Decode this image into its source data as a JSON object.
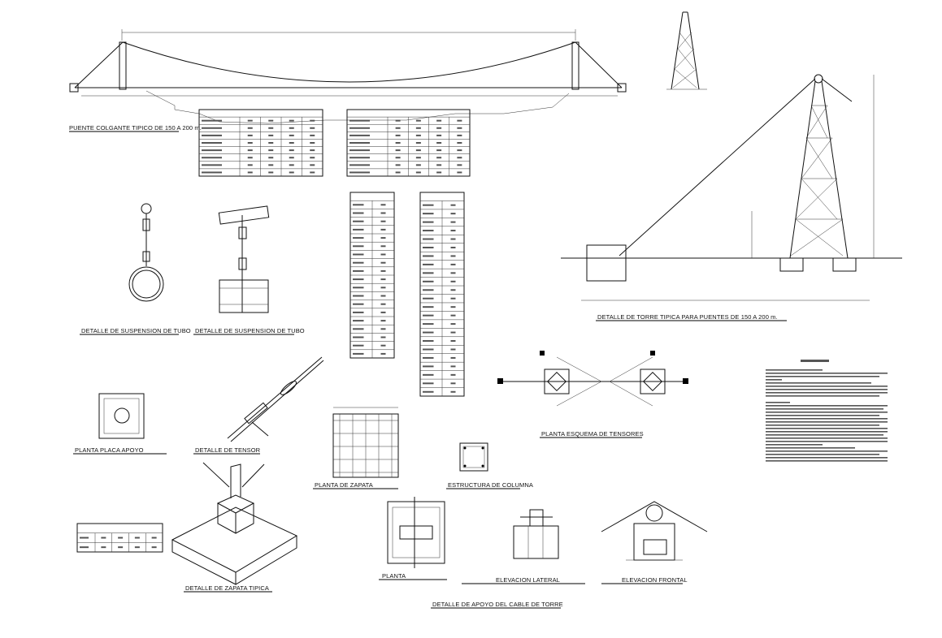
{
  "titles": {
    "bridge": "PUENTE COLGANTE TIPICO DE 150 A 200 m.",
    "tube1": "DETALLE DE SUSPENSION DE TUBO",
    "tube2": "DETALLE DE SUSPENSION DE TUBO",
    "plate": "PLANTA PLACA APOYO",
    "tensor": "DETALLE DE TENSOR",
    "zapata_plan": "PLANTA DE ZAPATA",
    "column": "ESTRUCTURA DE COLUMNA",
    "tensores": "PLANTA ESQUEMA DE TENSORES",
    "tower": "DETALLE DE TORRE TIPICA PARA PUENTES DE 150 A 200 m.",
    "zapata_tipica": "DETALLE DE ZAPATA TIPICA",
    "planta": "PLANTA",
    "elev_lateral": "ELEVACION LATERAL",
    "elev_frontal": "ELEVACION FRONTAL",
    "apoyo": "DETALLE DE APOYO DEL CABLE DE TORRE"
  },
  "colors": {
    "line": "#111111",
    "background": "#ffffff"
  }
}
